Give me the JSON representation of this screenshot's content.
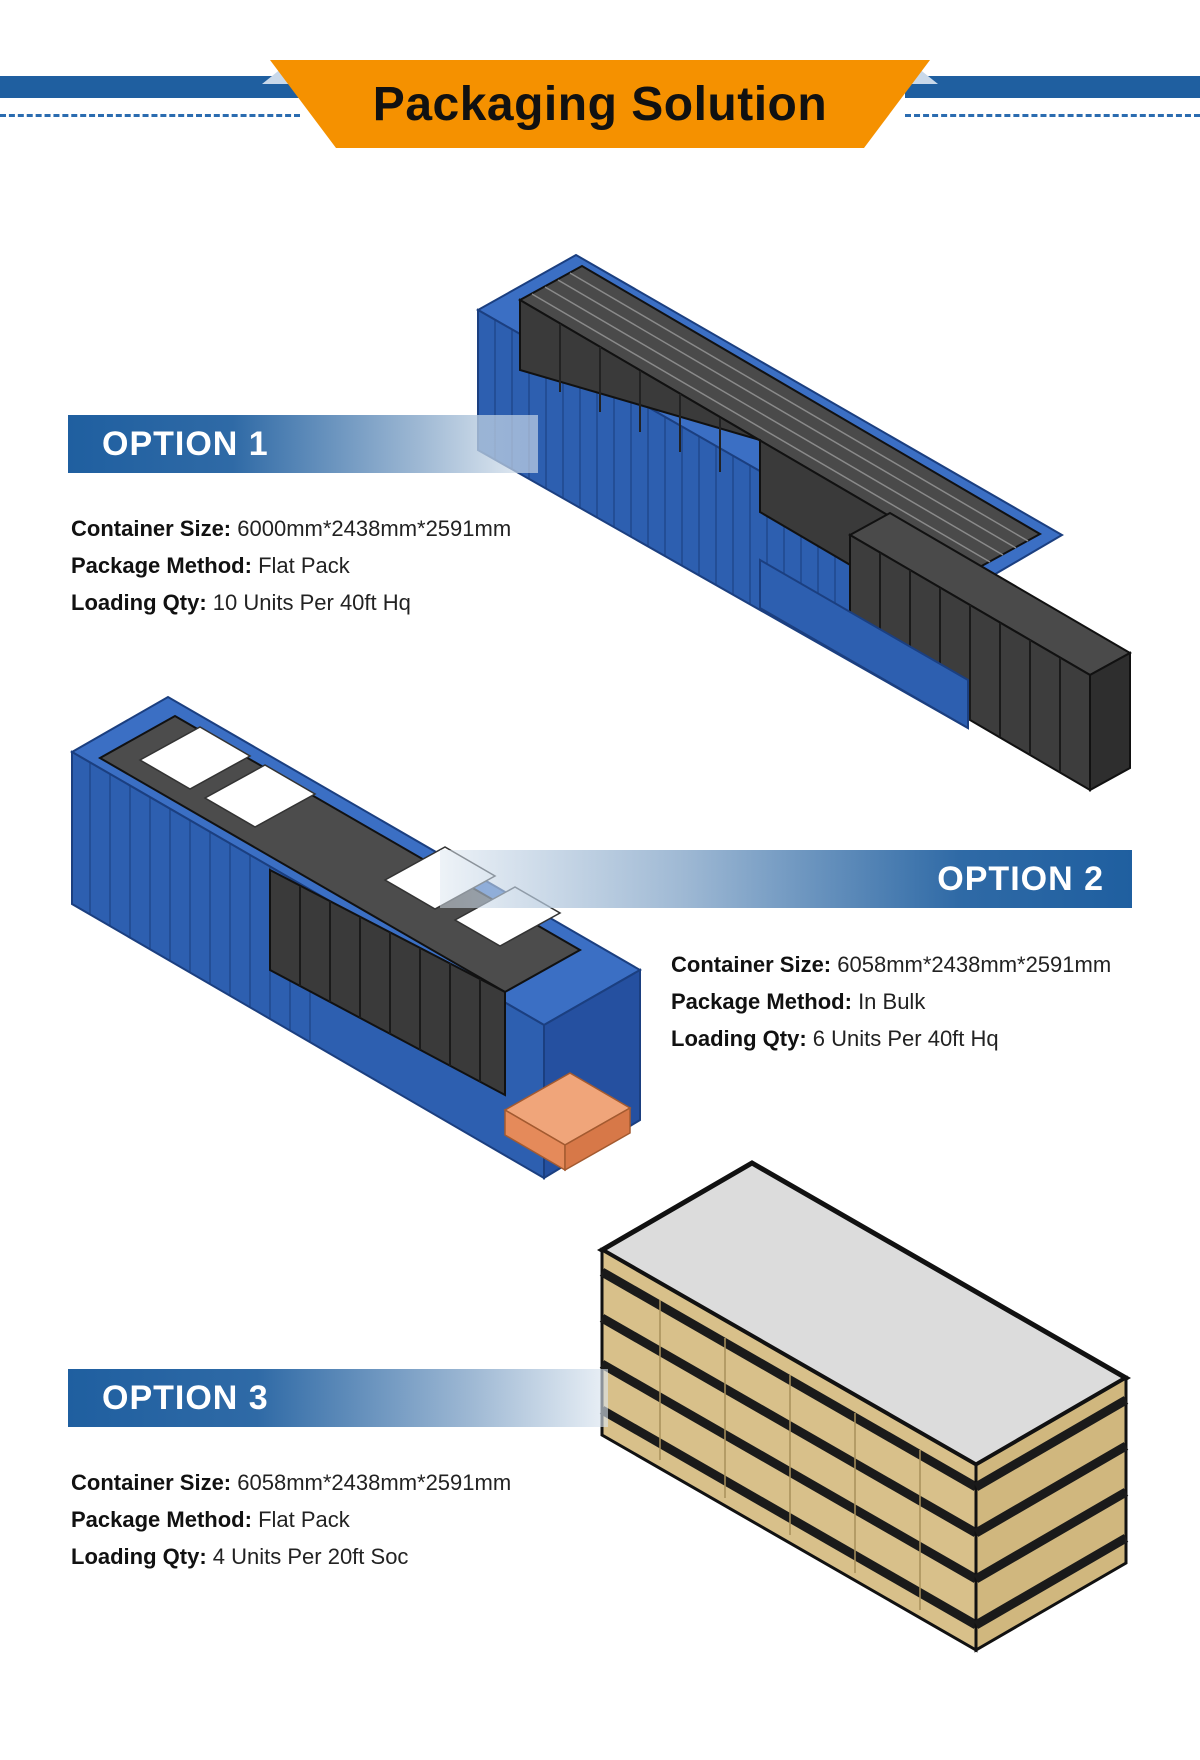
{
  "header": {
    "title": "Packaging Solution"
  },
  "options": [
    {
      "title": "OPTION 1",
      "specs": [
        {
          "label": "Container Size:",
          "value": "6000mm*2438mm*2591mm"
        },
        {
          "label": "Package Method:",
          "value": "Flat Pack"
        },
        {
          "label": "Loading Qty:",
          "value": "10 Units Per 40ft Hq"
        }
      ]
    },
    {
      "title": "OPTION 2",
      "specs": [
        {
          "label": "Container Size:",
          "value": "6058mm*2438mm*2591mm"
        },
        {
          "label": "Package Method:",
          "value": "In Bulk"
        },
        {
          "label": "Loading Qty:",
          "value": "6 Units Per 40ft Hq"
        }
      ]
    },
    {
      "title": "OPTION 3",
      "specs": [
        {
          "label": "Container Size:",
          "value": "6058mm*2438mm*2591mm"
        },
        {
          "label": "Package Method:",
          "value": "Flat Pack"
        },
        {
          "label": "Loading Qty:",
          "value": "4 Units Per 20ft Soc"
        }
      ]
    }
  ],
  "colors": {
    "brand_blue": "#1f5fa0",
    "accent_orange": "#f59100",
    "container_blue": "#2d5fb0",
    "unit_dark": "#3a3a3a",
    "wood": "#d8c08a"
  }
}
